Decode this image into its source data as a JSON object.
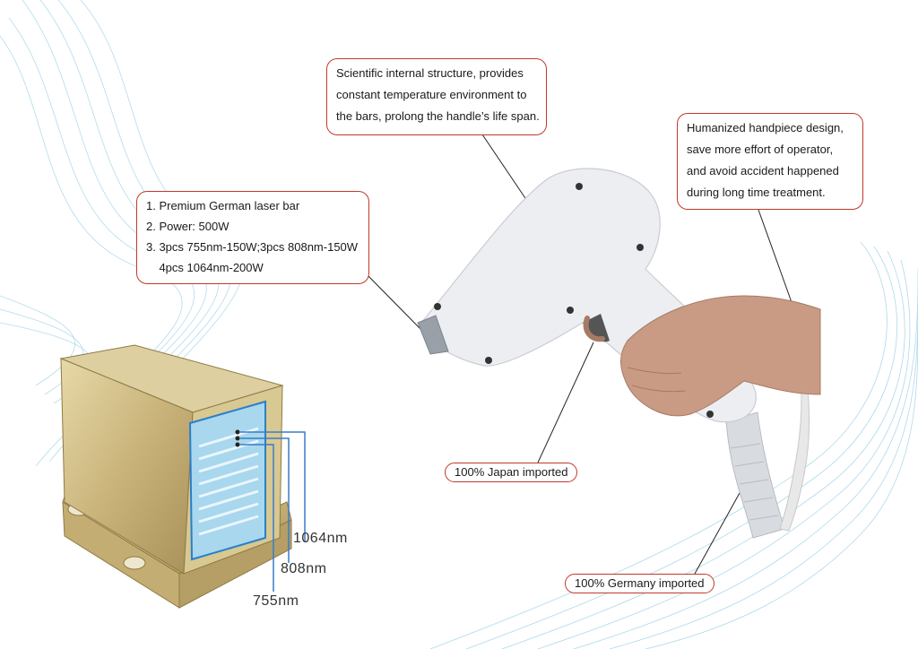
{
  "colors": {
    "accent_border": "#c0392b",
    "wave_lines": "#9fd3e8",
    "handle_body": "#eceef1",
    "laser_bar_gold": "#c9b37a",
    "wavelength_lines": "#3a7cc8"
  },
  "callouts": {
    "structure": {
      "lines": [
        "Scientific internal structure, provides",
        "constant temperature environment to",
        "the bars, prolong the handle’s life span."
      ]
    },
    "laser_bar": {
      "lines": [
        "1. Premium German laser bar",
        "2. Power: 500W",
        "3. 3pcs 755nm-150W;3pcs 808nm-150W",
        "    4pcs 1064nm-200W"
      ]
    },
    "handpiece": {
      "lines": [
        "Humanized handpiece design,",
        "save more effort of operator,",
        "and avoid accident happened",
        "during long time treatment."
      ]
    },
    "japan": "100% Japan imported",
    "germany": "100% Germany imported"
  },
  "wavelengths": [
    "1064nm",
    "808nm",
    "755nm"
  ],
  "icons": {
    "handpiece": "laser-handpiece-image",
    "laser_bar": "laser-bar-module-image"
  }
}
